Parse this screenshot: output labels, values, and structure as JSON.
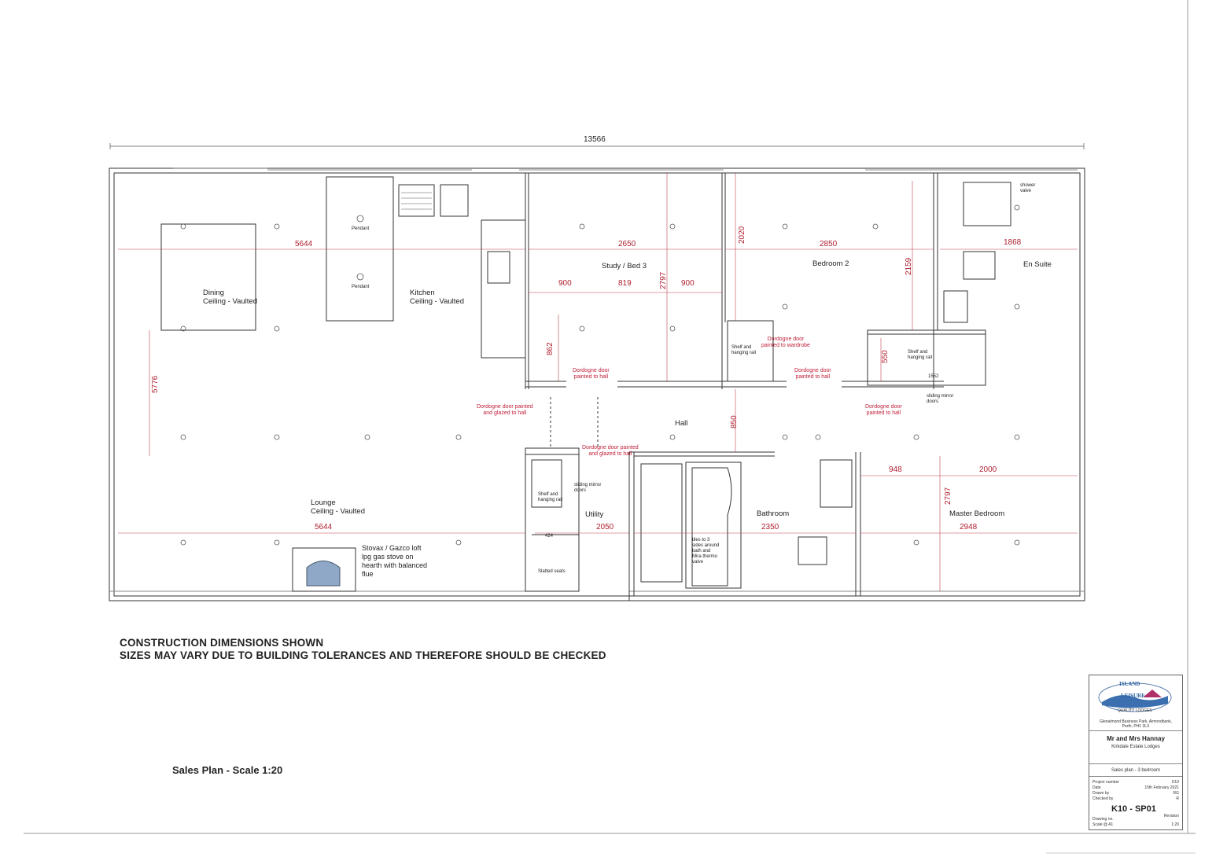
{
  "plan": {
    "overall_width": "13566",
    "rooms": {
      "dining": "Dining\nCeiling - Vaulted",
      "kitchen": "Kitchen\nCeiling - Vaulted",
      "study": "Study /  Bed 3",
      "bedroom2": "Bedroom 2",
      "ensuite": "En Suite",
      "hall": "Hall",
      "lounge": "Lounge\nCeiling - Vaulted",
      "utility": "Utility",
      "bathroom": "Bathroom",
      "master": "Master Bedroom"
    },
    "dimensions": {
      "d_5644_top": "5644",
      "d_2650": "2650",
      "d_2020": "2020",
      "d_2850": "2850",
      "d_2159": "2159",
      "d_1868": "1868",
      "d_900a": "900",
      "d_819": "819",
      "d_2797a": "2797",
      "d_900b": "900",
      "d_862": "862",
      "d_5776": "5776",
      "d_850": "850",
      "d_550": "550",
      "d_1552": "1552",
      "d_5644_bot": "5644",
      "d_2050": "2050",
      "d_424": "424",
      "d_2350": "2350",
      "d_948": "948",
      "d_2000": "2000",
      "d_2797b": "2797",
      "d_2948": "2948"
    },
    "fixtures": {
      "pendant1": "Pendant",
      "pendant2": "Pendant",
      "stove": "Stovax / Gazco loft\nlpg gas stove on\nhearth with balanced\nflue",
      "shelf1": "Shelf and\nhanging rail",
      "shelf2": "Shelf and\nhanging rail",
      "shelf3": "Shelf and\nhanging rail",
      "sliding1": "sliding mirror\ndoors",
      "sliding2": "sliding mirror\ndoors",
      "tiles": "tiles to 3\nsides around\nbath and\nMira thermo\nvalve",
      "slatted": "Slatted seats",
      "shower_valve": "shower\nvalve"
    },
    "door_notes": {
      "n1": "Dordogne door\npainted to hall",
      "n2": "Dordogne door\npainted to wardrobe",
      "n3": "Dordogne door\npainted to hall",
      "n4": "Dordogne door painted\nand glazed to hall",
      "n5": "Dordogne door painted\nand glazed to hall",
      "n6": "Dordogne door\npainted to hall"
    }
  },
  "notes": {
    "line1": "CONSTRUCTION DIMENSIONS SHOWN",
    "line2": "SIZES MAY VARY DUE TO BUILDING TOLERANCES AND THEREFORE SHOULD BE CHECKED"
  },
  "sales_label": "Sales Plan - Scale 1:20",
  "title_block": {
    "logo_line1": "ISLAND",
    "logo_line2": "LEISURE",
    "logo_line3": "QUALITY LODGES",
    "address": "Glenalmond Business Park, Almondbank,\nPerth, PH1 3LX",
    "client": "Mr and Mrs Hannay",
    "project": "Kirkdale Estate Lodges",
    "drawing_title": "Sales plan - 3 bedroom",
    "project_number_label": "Project number",
    "project_number": "K10",
    "date_label": "Date",
    "date": "15th February 2021",
    "drawn_label": "Drawn by",
    "drawn": "RG",
    "checked_label": "Checked by",
    "checked": "R",
    "drawing_no_label": "Drawing no.",
    "drawing_no": "K10 - SP01",
    "revision_label": "Revision",
    "scale_label": "Scale @ A1",
    "scale": "1:20"
  },
  "colors": {
    "wall": "#3a3a3a",
    "dim": "#b02030",
    "note": "#c0203a",
    "stove": "#8fa8c8"
  }
}
